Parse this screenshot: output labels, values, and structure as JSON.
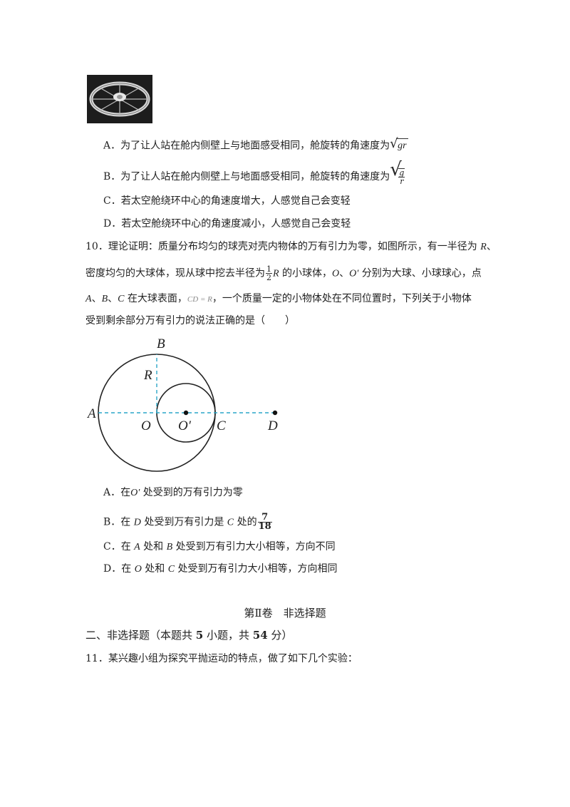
{
  "q9": {
    "option_a_label": "A．",
    "option_a_text": "为了让人站在舱内侧壁上与地面感受相同，舱旋转的角速度为",
    "option_a_root": "gr",
    "option_b_label": "B．",
    "option_b_text": "为了让人站在舱内侧壁上与地面感受相同，舱旋转的角速度为",
    "option_b_num": "g",
    "option_b_den": "r",
    "option_c": "C．若太空舱绕环中心的角速度增大，人感觉自己会变轻",
    "option_d": "D．若太空舱绕环中心的角速度减小，人感觉自己会变轻"
  },
  "q10": {
    "l1_a": "10．理论证明：质量分布均匀的球壳对壳内物体的万有引力为零，如图所示，有一半径为 ",
    "l1_R": "R",
    "l1_b": "、",
    "l2_a": "密度均匀的大球体，现从球中挖去半径为",
    "l2_num": "1",
    "l2_den": "2",
    "l2_R": "R",
    "l2_b": " 的小球体，",
    "l2_O": "O",
    "l2_sep": "、",
    "l2_Op": "O′",
    "l2_c": " 分别为大球、小球球心，点",
    "l3_A": "A",
    "l3_s1": "、",
    "l3_B": "B",
    "l3_s2": "、",
    "l3_C": "C",
    "l3_a": " 在大球表面，",
    "l3_eq": "CD = R",
    "l3_b": "，一个质量一定的小物体处在不同位置时，下列关于小物体",
    "l4": "受到剩余部分万有引力的说法正确的是（　　）",
    "fig": {
      "B": "B",
      "R": "R",
      "A": "A",
      "O": "O",
      "Op": "O′",
      "C": "C",
      "D": "D"
    },
    "option_a_pre": "A．在",
    "option_a_sym": "O′",
    "option_a_post": " 处受到的万有引力为零",
    "option_b_pre": "B．在 ",
    "option_b_D": "D",
    "option_b_mid": " 处受到万有引力是 ",
    "option_b_C": "C",
    "option_b_post": " 处的",
    "option_b_num": "7",
    "option_b_den": "18",
    "option_c_pre": "C．在 ",
    "option_c_A": "A",
    "option_c_mid": " 处和 ",
    "option_c_B": "B",
    "option_c_post": " 处受到万有引力大小相等，方向不同",
    "option_d_pre": "D．在 ",
    "option_d_O": "O",
    "option_d_mid": " 处和 ",
    "option_d_C": "C",
    "option_d_post": " 处受到万有引力大小相等，方向相同"
  },
  "part2": {
    "title": "第Ⅱ卷　非选择题",
    "heading_a": "二、非选择题（本题共 ",
    "heading_n1": "5",
    "heading_b": " 小题，共 ",
    "heading_n2": "54",
    "heading_c": " 分）",
    "q11": "11．某兴趣小组为探究平抛运动的特点，做了如下几个实验："
  },
  "colors": {
    "dashed": "#2aa6c8",
    "text": "#222222"
  }
}
